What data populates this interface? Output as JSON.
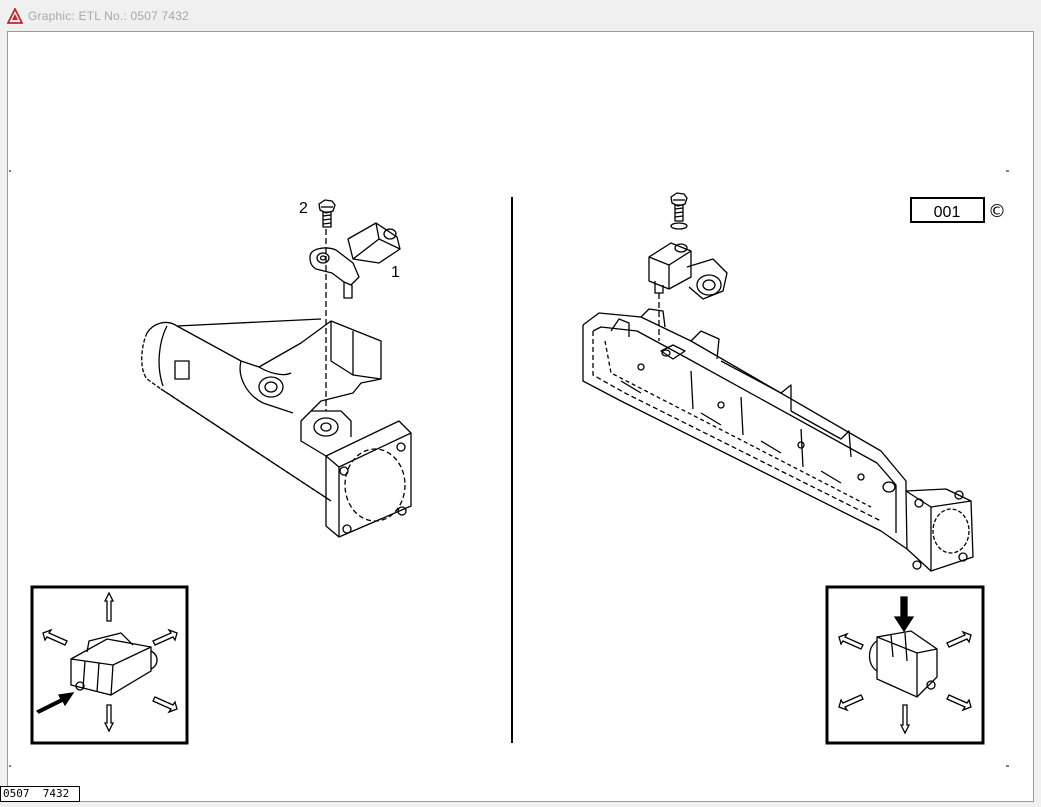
{
  "window": {
    "title": "Graphic: ETL No.: 0507 7432",
    "icon": "app-logo-icon"
  },
  "diagram": {
    "callouts": {
      "part_2": "2",
      "part_1": "1",
      "figure_number": "001",
      "copyright_symbol": "©"
    },
    "document_id": "0507  7432"
  },
  "colors": {
    "line": "#000000",
    "background": "#ffffff",
    "title_text": "#a8a8a8"
  }
}
